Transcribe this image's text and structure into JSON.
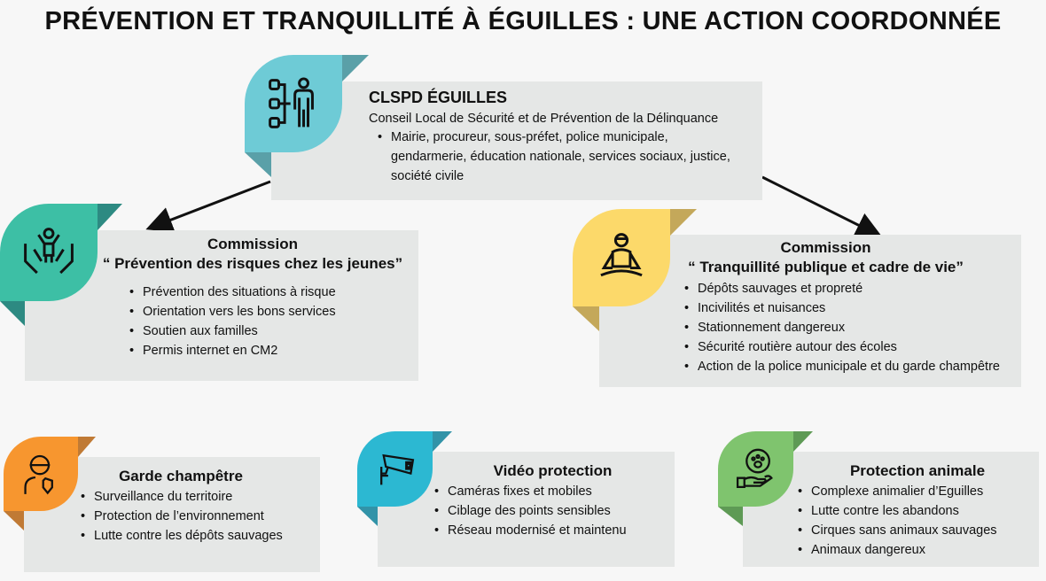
{
  "title": "PRÉVENTION ET TRANQUILLITÉ À ÉGUILLES : UNE ACTION COORDONNÉE",
  "clspd": {
    "title": "CLSPD ÉGUILLES",
    "subtitle": "Conseil Local de Sécurité et de Prévention de la Délinquance",
    "items": [
      "Mairie, procureur, sous-préfet, police municipale, gendarmerie, éducation nationale, services sociaux, justice, société civile"
    ],
    "icon": "organization-person-icon",
    "color": "#6ecbd6",
    "fold": "#5aa0a8"
  },
  "jeunes": {
    "title": "Commission",
    "subtitle": "“ Prévention des risques chez les  jeunes”",
    "items": [
      "Prévention des situations à risque",
      "Orientation vers les bons services",
      "Soutien aux familles",
      "Permis internet en CM2"
    ],
    "icon": "child-hands-icon",
    "color": "#3dbfa5",
    "fold": "#2d8a82"
  },
  "tranquillite": {
    "title": "Commission",
    "subtitle": "“ Tranquillité publique et cadre de vie”",
    "items": [
      "Dépôts sauvages et propreté",
      "Incivilités et nuisances",
      "Stationnement dangereux",
      "Sécurité routière autour des écoles",
      "Action de la police municipale et du garde champêtre"
    ],
    "icon": "meditation-icon",
    "color": "#fcd96a",
    "fold": "#c4a85a"
  },
  "garde": {
    "title": "Garde champêtre",
    "items": [
      "Surveillance du territoire",
      "Protection de l’environnement",
      "Lutte contre les dépôts sauvages"
    ],
    "icon": "guard-icon",
    "color": "#f7962f",
    "fold": "#c07a35"
  },
  "video": {
    "title": "Vidéo protection",
    "items": [
      "Caméras fixes et mobiles",
      "Ciblage des points sensibles",
      "Réseau modernisé et maintenu"
    ],
    "icon": "camera-icon",
    "color": "#2cb8d2",
    "fold": "#3293a8"
  },
  "animal": {
    "title": "Protection animale",
    "items": [
      "Complexe animalier d’Eguilles",
      "Lutte contre les abandons",
      "Cirques sans animaux sauvages",
      "Animaux dangereux"
    ],
    "icon": "paw-hand-icon",
    "color": "#7fc46e",
    "fold": "#5e9a55"
  }
}
